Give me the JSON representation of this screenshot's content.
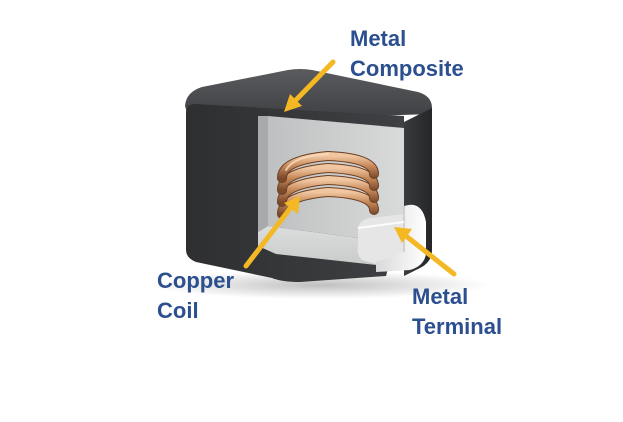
{
  "labels": {
    "metal_composite": {
      "line1": "Metal",
      "line2": "Composite"
    },
    "copper_coil": {
      "line1": "Copper",
      "line2": "Coil"
    },
    "metal_terminal": {
      "line1": "Metal",
      "line2": "Terminal"
    }
  },
  "colors": {
    "label_text": "#2b4f8f",
    "arrow": "#f3b824",
    "body_front": "#353638",
    "body_top": "#4a4b4e",
    "body_side": "#2c2d2f",
    "cutaway_inner": "#c7c8c8",
    "cutaway_floor": "#d7d8d8",
    "copper": "#c68a5c",
    "copper_highlight": "#f2c8a3",
    "terminal": "#f3f3f3"
  },
  "icons": {
    "arrow": "arrow-icon"
  }
}
